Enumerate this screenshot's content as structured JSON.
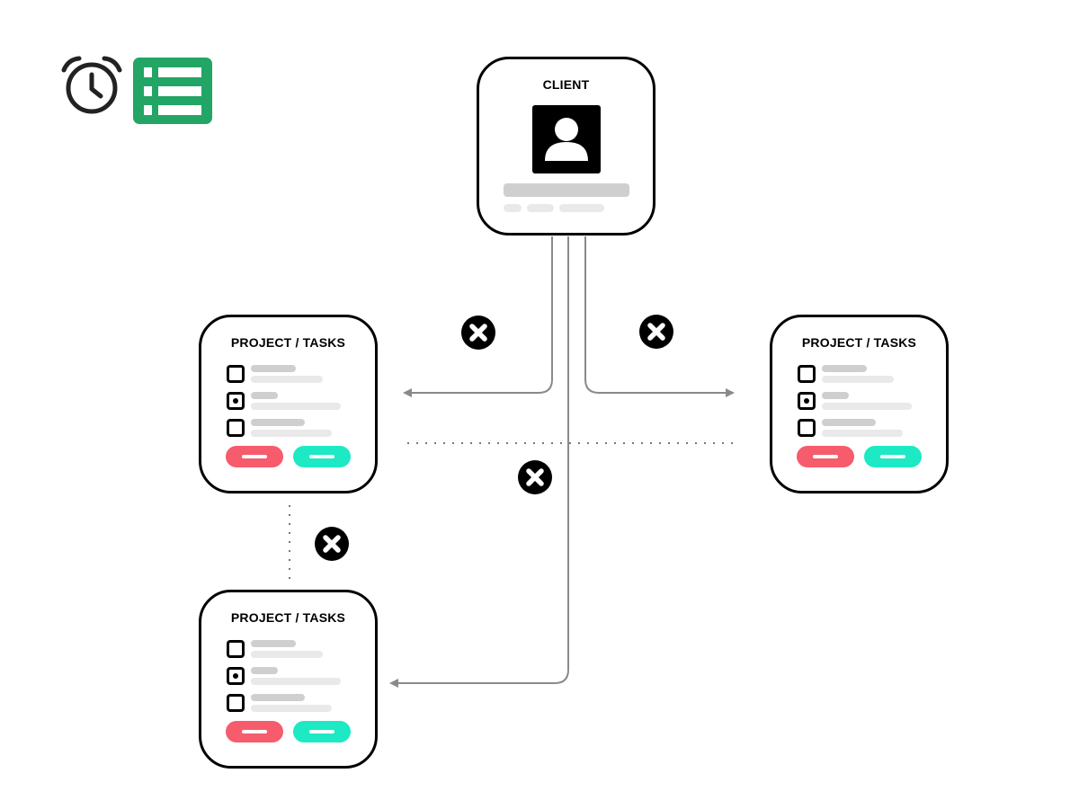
{
  "client": {
    "title": "CLIENT"
  },
  "projects": [
    {
      "title": "PROJECT / TASKS",
      "checked": [
        false,
        true,
        false
      ]
    },
    {
      "title": "PROJECT / TASKS",
      "checked": [
        false,
        true,
        false
      ]
    },
    {
      "title": "PROJECT / TASKS",
      "checked": [
        false,
        true,
        false
      ]
    }
  ],
  "icons": [
    "alarm-clock-icon",
    "spreadsheet-icon",
    "user-avatar-icon",
    "close-x-icon"
  ],
  "colors": {
    "sheets_green": "#23a566",
    "red_button": "#f65c6c",
    "teal_button": "#1de9c4",
    "connector": "#8a8a8a"
  }
}
